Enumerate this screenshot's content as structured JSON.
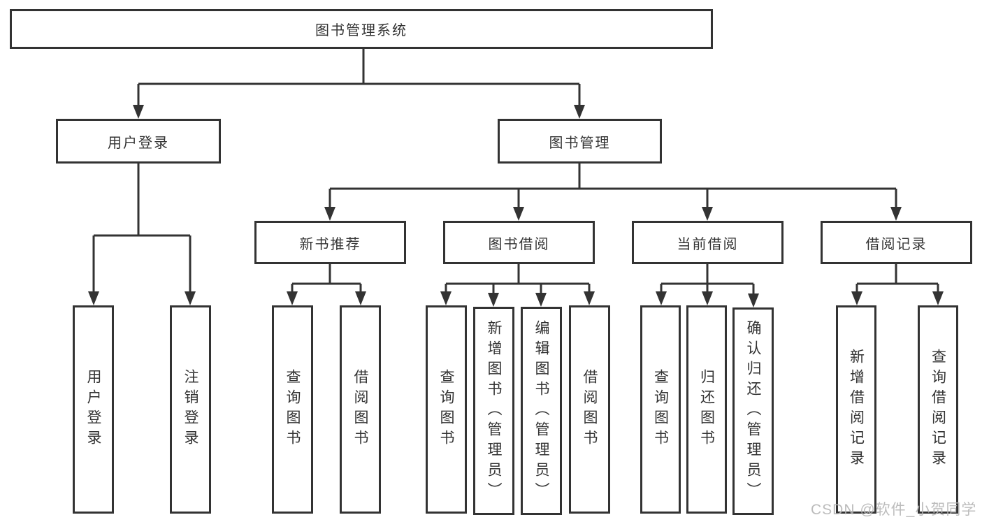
{
  "diagram": {
    "title": "图书管理系统",
    "watermark": "CSDN @软件_小贺同学",
    "colors": {
      "line": "#333333",
      "text": "#333333",
      "box_background": "#ffffff",
      "watermark": "#b5b5b5"
    },
    "nodes": {
      "root": "图书管理系统",
      "user_login": "用户登录",
      "book_mgmt": "图书管理",
      "new_book_rec": "新书推荐",
      "book_borrow": "图书借阅",
      "current_borrow": "当前借阅",
      "borrow_record": "借阅记录",
      "ul_user_login": "用户登录",
      "ul_logout": "注销登录",
      "nb_query": "查询图书",
      "nb_borrow": "借阅图书",
      "bb_query": "查询图书",
      "bb_add": "新增图书（管理员）",
      "bb_edit": "编辑图书（管理员）",
      "bb_borrow": "借阅图书",
      "cb_query": "查询图书",
      "cb_return": "归还图书",
      "cb_confirm": "确认归还（管理员）",
      "br_add": "新增借阅记录",
      "br_query": "查询借阅记录"
    },
    "tree": {
      "label": "图书管理系统",
      "children": [
        {
          "label": "用户登录",
          "children": [
            {
              "label": "用户登录"
            },
            {
              "label": "注销登录"
            }
          ]
        },
        {
          "label": "图书管理",
          "children": [
            {
              "label": "新书推荐",
              "children": [
                {
                  "label": "查询图书"
                },
                {
                  "label": "借阅图书"
                }
              ]
            },
            {
              "label": "图书借阅",
              "children": [
                {
                  "label": "查询图书"
                },
                {
                  "label": "新增图书（管理员）"
                },
                {
                  "label": "编辑图书（管理员）"
                },
                {
                  "label": "借阅图书"
                }
              ]
            },
            {
              "label": "当前借阅",
              "children": [
                {
                  "label": "查询图书"
                },
                {
                  "label": "归还图书"
                },
                {
                  "label": "确认归还（管理员）"
                }
              ]
            },
            {
              "label": "借阅记录",
              "children": [
                {
                  "label": "新增借阅记录"
                },
                {
                  "label": "查询借阅记录"
                }
              ]
            }
          ]
        }
      ]
    }
  }
}
